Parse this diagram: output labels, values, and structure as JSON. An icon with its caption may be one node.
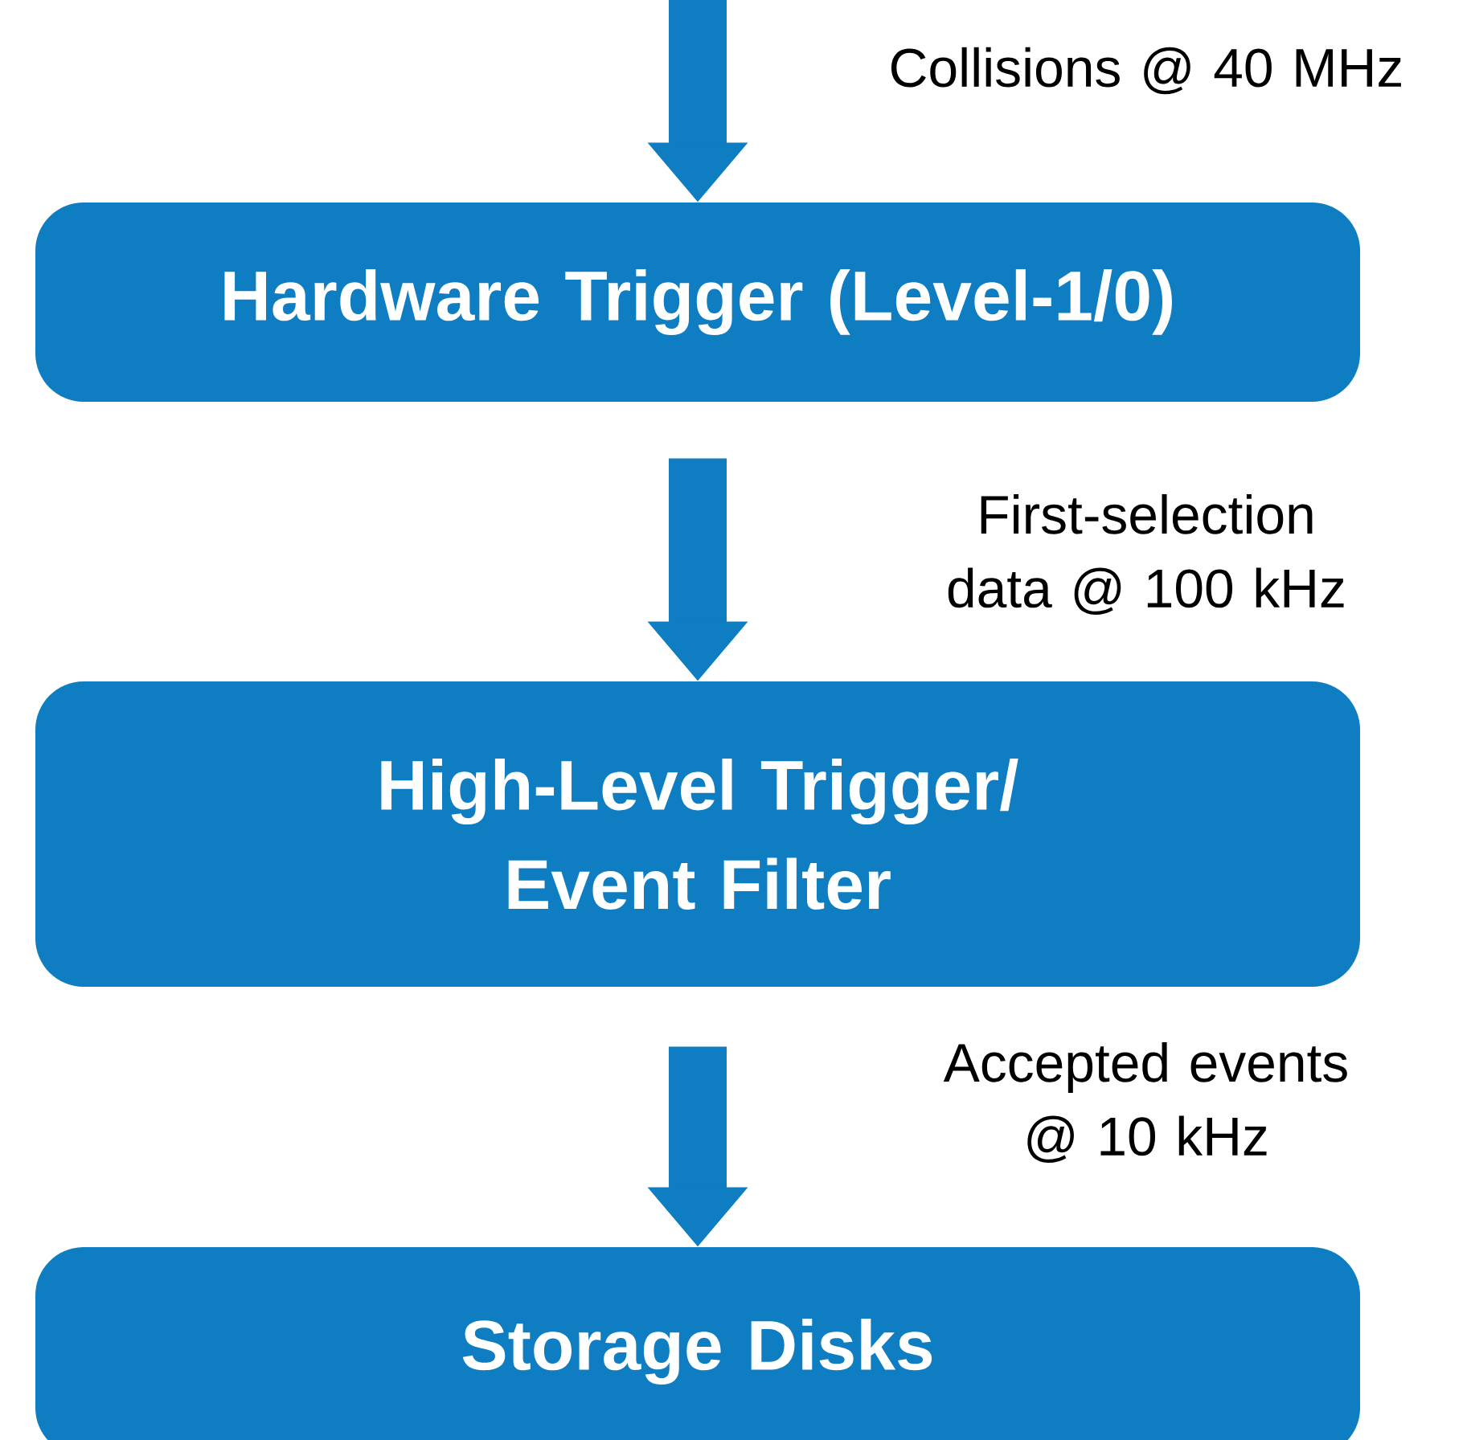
{
  "diagram": {
    "nodes": [
      {
        "text": [
          "Hardware Trigger (Level-1/0)"
        ]
      },
      {
        "text": [
          "High-Level Trigger/ Event Filter"
        ]
      },
      {
        "text": [
          "Storage Disks"
        ]
      }
    ],
    "edges": [
      {
        "from": null,
        "to": 0,
        "arrow": "to",
        "label": "Collisions @ 40 MHz"
      },
      {
        "from": 0,
        "to": 1,
        "arrow": "to",
        "label": "First-selection data @ 100 kHz"
      },
      {
        "from": 1,
        "to": 2,
        "arrow": "to",
        "label": "Accepted events @ 10 kHz"
      }
    ]
  }
}
